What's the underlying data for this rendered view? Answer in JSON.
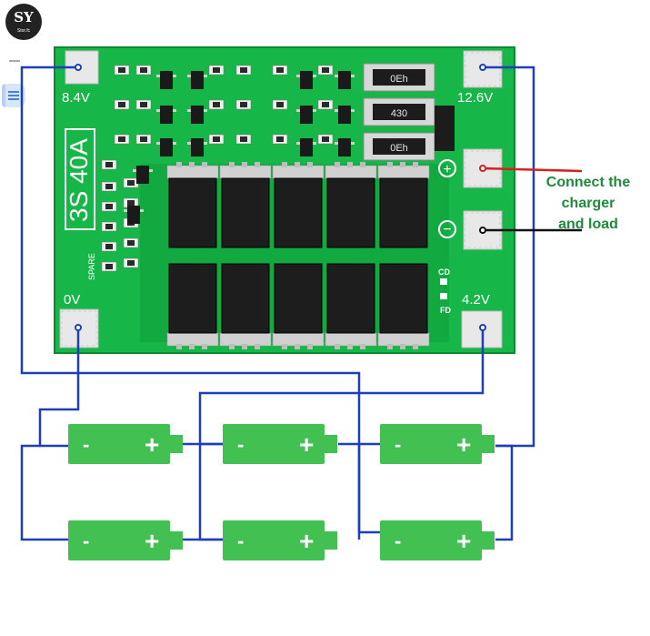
{
  "logo": {
    "mark": "SY",
    "subtext": "Stor.fc"
  },
  "board": {
    "model": "3S 40A",
    "spare_label": "SPARE",
    "cd_label": "CD",
    "fd_label": "FD",
    "resistors": [
      "0Eh",
      "430",
      "0Eh"
    ]
  },
  "pads": {
    "p84": "8.4V",
    "p126": "12.6V",
    "p0": "0V",
    "p42": "4.2V",
    "plus": "+",
    "minus": "−"
  },
  "annotation": [
    "Connect the",
    "charger",
    "and load"
  ],
  "battery": {
    "neg": "-",
    "pos": "+"
  },
  "colors": {
    "pcb": "#16b648",
    "pcb_edge": "#0b8a33",
    "wire_blue": "#1f3fb8",
    "wire_red": "#d81e1e",
    "wire_black": "#111111",
    "battery": "#42c152",
    "annotation": "#1e8a3a"
  }
}
